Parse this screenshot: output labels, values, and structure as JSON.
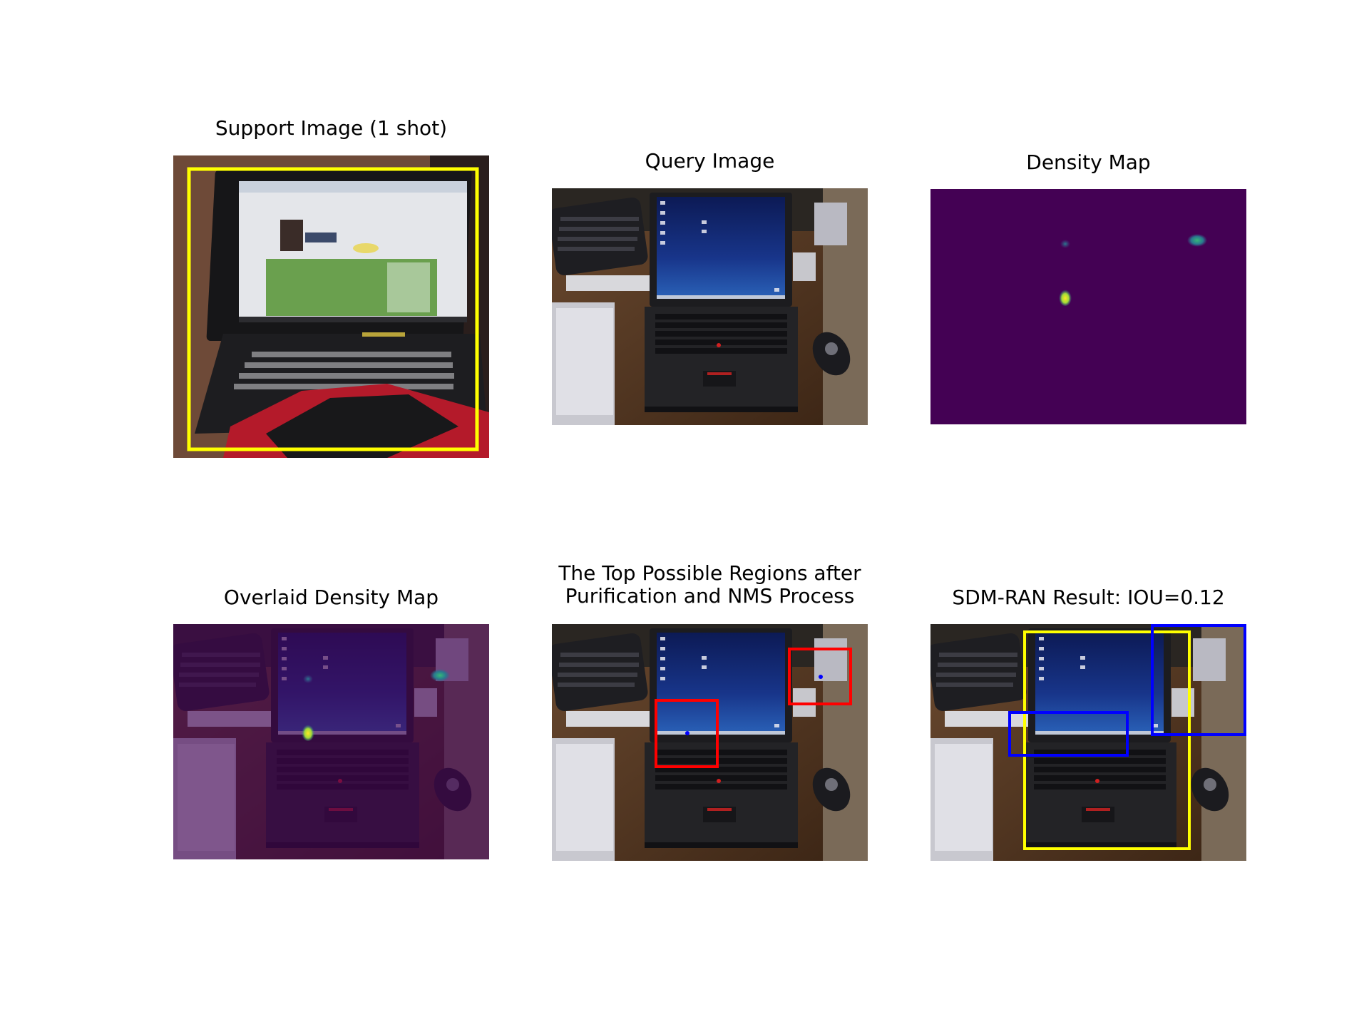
{
  "panels": [
    {
      "title": "Support Image (1 shot)"
    },
    {
      "title": "Query Image"
    },
    {
      "title": "Density Map"
    },
    {
      "title": "Overlaid Density Map"
    },
    {
      "title": "The Top Possible Regions after\nPurification and NMS Process"
    },
    {
      "title": "SDM-RAN Result: IOU=0.12"
    }
  ],
  "colors": {
    "support_box": "#ffff00",
    "ground_truth_box": "#ffff00",
    "candidate_region": "#ff0000",
    "predicted_box": "#0000ff",
    "density_background": "#440154",
    "density_peak": "#fde725"
  }
}
